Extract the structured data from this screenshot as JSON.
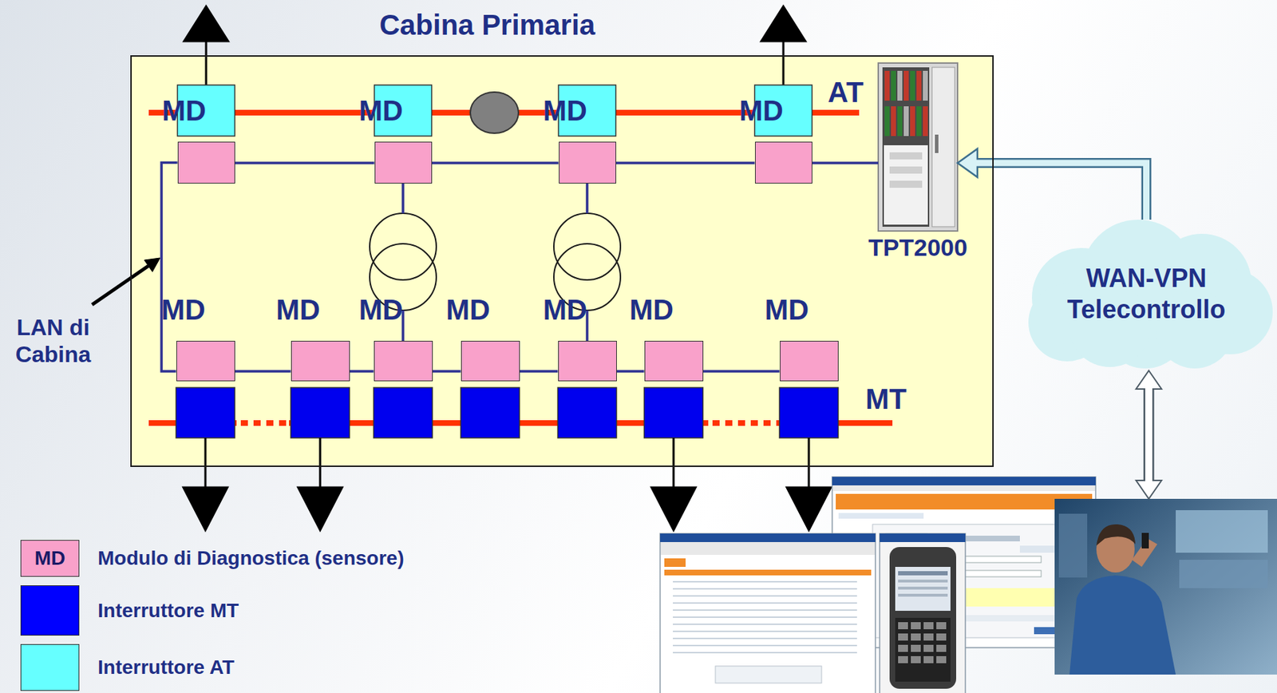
{
  "diagram": {
    "nodes": [
      {
        "text": [
          "Cabina Primaria"
        ]
      },
      {
        "text": [
          "MD"
        ],
        "in": 0
      },
      {
        "text": [
          "MD"
        ],
        "in": 0
      },
      {
        "text": [
          "MD"
        ],
        "in": 0
      },
      {
        "text": [
          "MD"
        ],
        "in": 0
      },
      {
        "text": [
          "TPT2000"
        ],
        "in": 0
      },
      {
        "text": [
          "MD"
        ],
        "in": 0
      },
      {
        "text": [
          "MD"
        ],
        "in": 0
      },
      {
        "text": [
          "MD"
        ],
        "in": 0
      },
      {
        "text": [
          "MD"
        ],
        "in": 0
      },
      {
        "text": [
          "MD"
        ],
        "in": 0
      },
      {
        "text": [
          "MD"
        ],
        "in": 0
      },
      {
        "text": [
          "MD"
        ],
        "in": 0
      },
      {
        "text": [
          "WAN-VPN Telecontrollo"
        ]
      }
    ],
    "edges": [
      {
        "from": 1,
        "to": 2,
        "arrow": "none"
      },
      {
        "from": 2,
        "to": 3,
        "arrow": "none"
      },
      {
        "from": 3,
        "to": 4,
        "arrow": "none"
      },
      {
        "from": 4,
        "to": 5,
        "arrow": "none"
      },
      {
        "from": 1,
        "to": 6,
        "arrow": "none"
      },
      {
        "from": 6,
        "to": 7,
        "arrow": "none"
      },
      {
        "from": 7,
        "to": 8,
        "arrow": "none"
      },
      {
        "from": 8,
        "to": 9,
        "arrow": "none"
      },
      {
        "from": 9,
        "to": 10,
        "arrow": "none"
      },
      {
        "from": 10,
        "to": 11,
        "arrow": "none"
      },
      {
        "from": 11,
        "to": 12,
        "arrow": "none"
      },
      {
        "from": 2,
        "to": 8,
        "arrow": "none"
      },
      {
        "from": 3,
        "to": 10,
        "arrow": "none"
      },
      {
        "from": 13,
        "to": 5,
        "arrow": "to"
      }
    ],
    "labels": [
      "AT",
      "MT",
      "LAN di Cabina",
      "MD"
    ],
    "legend": [
      {
        "text": "Modulo di Diagnostica (sensore)",
        "color": "#f9a1ca"
      },
      {
        "text": "Interruttore MT",
        "color": "#0000ff"
      },
      {
        "text": "Interruttore AT",
        "color": "#66ffff"
      }
    ]
  }
}
